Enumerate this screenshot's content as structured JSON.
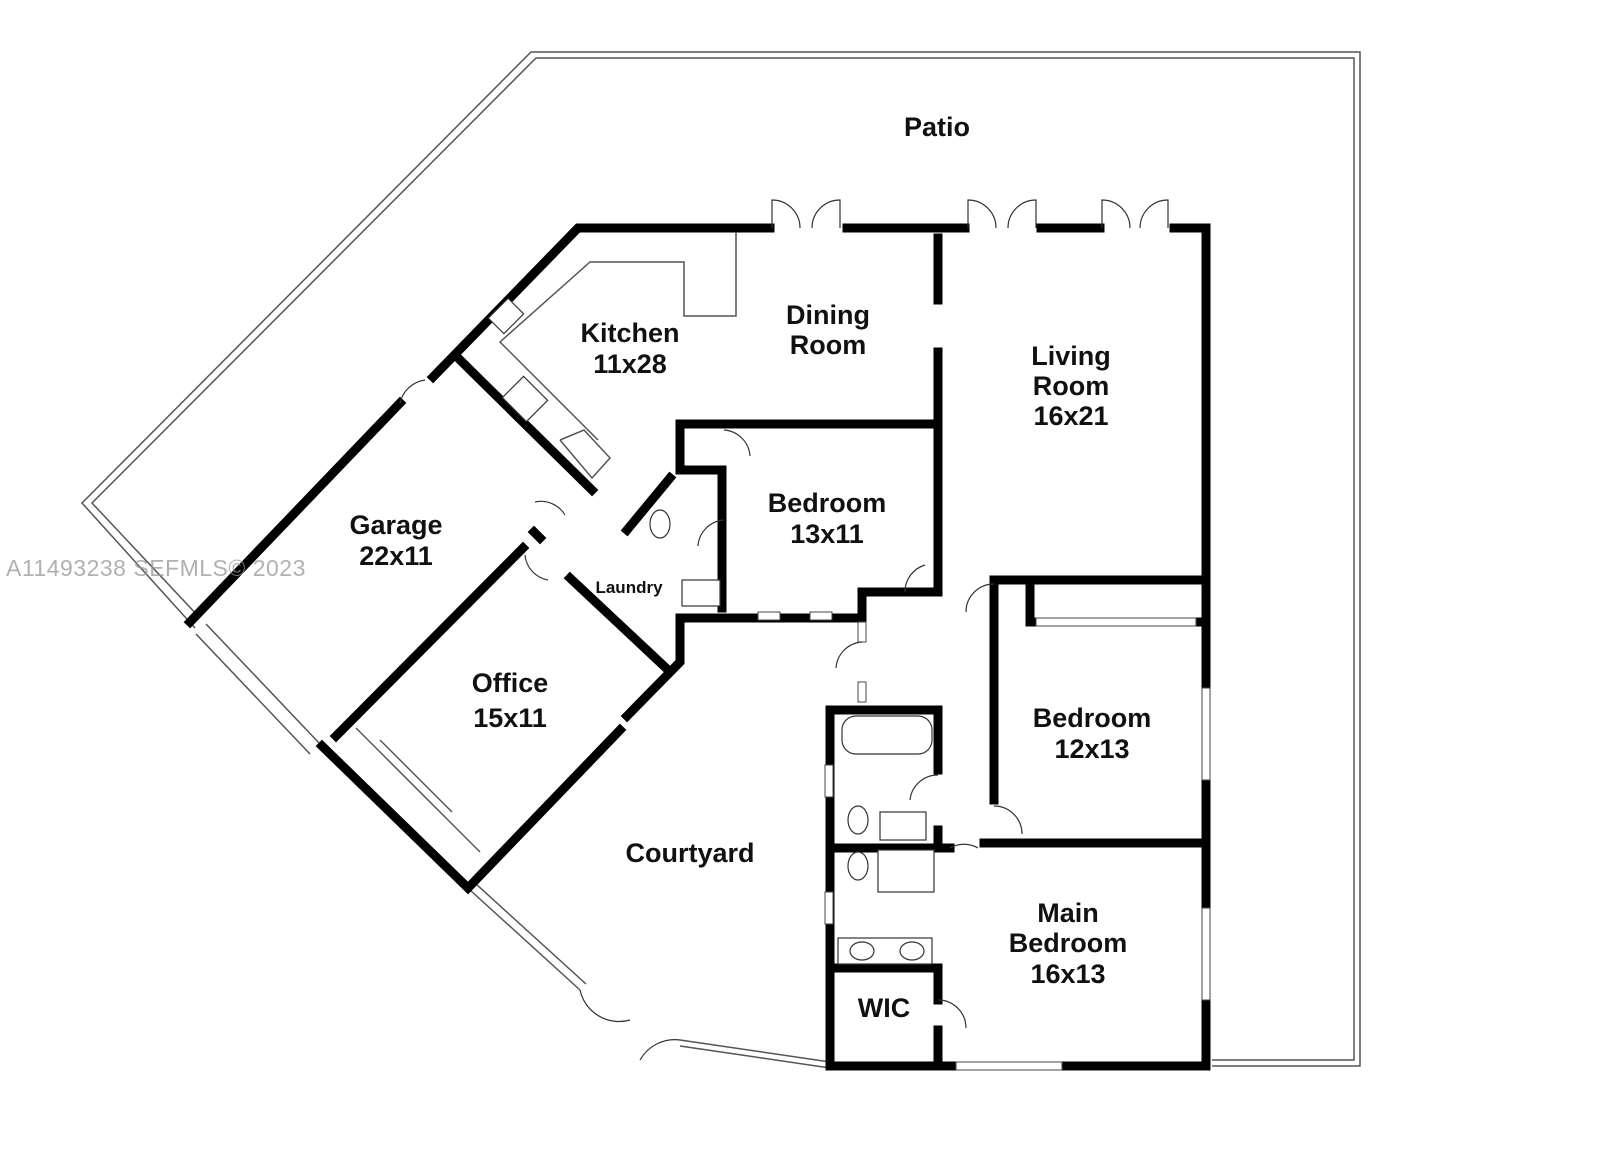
{
  "watermark": "A11493238  SEFMLS© 2023",
  "rooms": {
    "patio": {
      "name": "Patio"
    },
    "kitchen": {
      "name": "Kitchen",
      "size": "11x28"
    },
    "dining": {
      "name_line1": "Dining",
      "name_line2": "Room"
    },
    "living": {
      "name_line1": "Living",
      "name_line2": "Room",
      "size": "16x21"
    },
    "garage": {
      "name": "Garage",
      "size": "22x11"
    },
    "bedroom_a": {
      "name": "Bedroom",
      "size": "13x11"
    },
    "laundry": {
      "name": "Laundry"
    },
    "office": {
      "name": "Office",
      "size": "15x11"
    },
    "bedroom_b": {
      "name": "Bedroom",
      "size": "12x13"
    },
    "courtyard": {
      "name": "Courtyard"
    },
    "main_bedroom": {
      "name_line1": "Main",
      "name_line2": "Bedroom",
      "size": "16x13"
    },
    "wic": {
      "name": "WIC"
    }
  }
}
